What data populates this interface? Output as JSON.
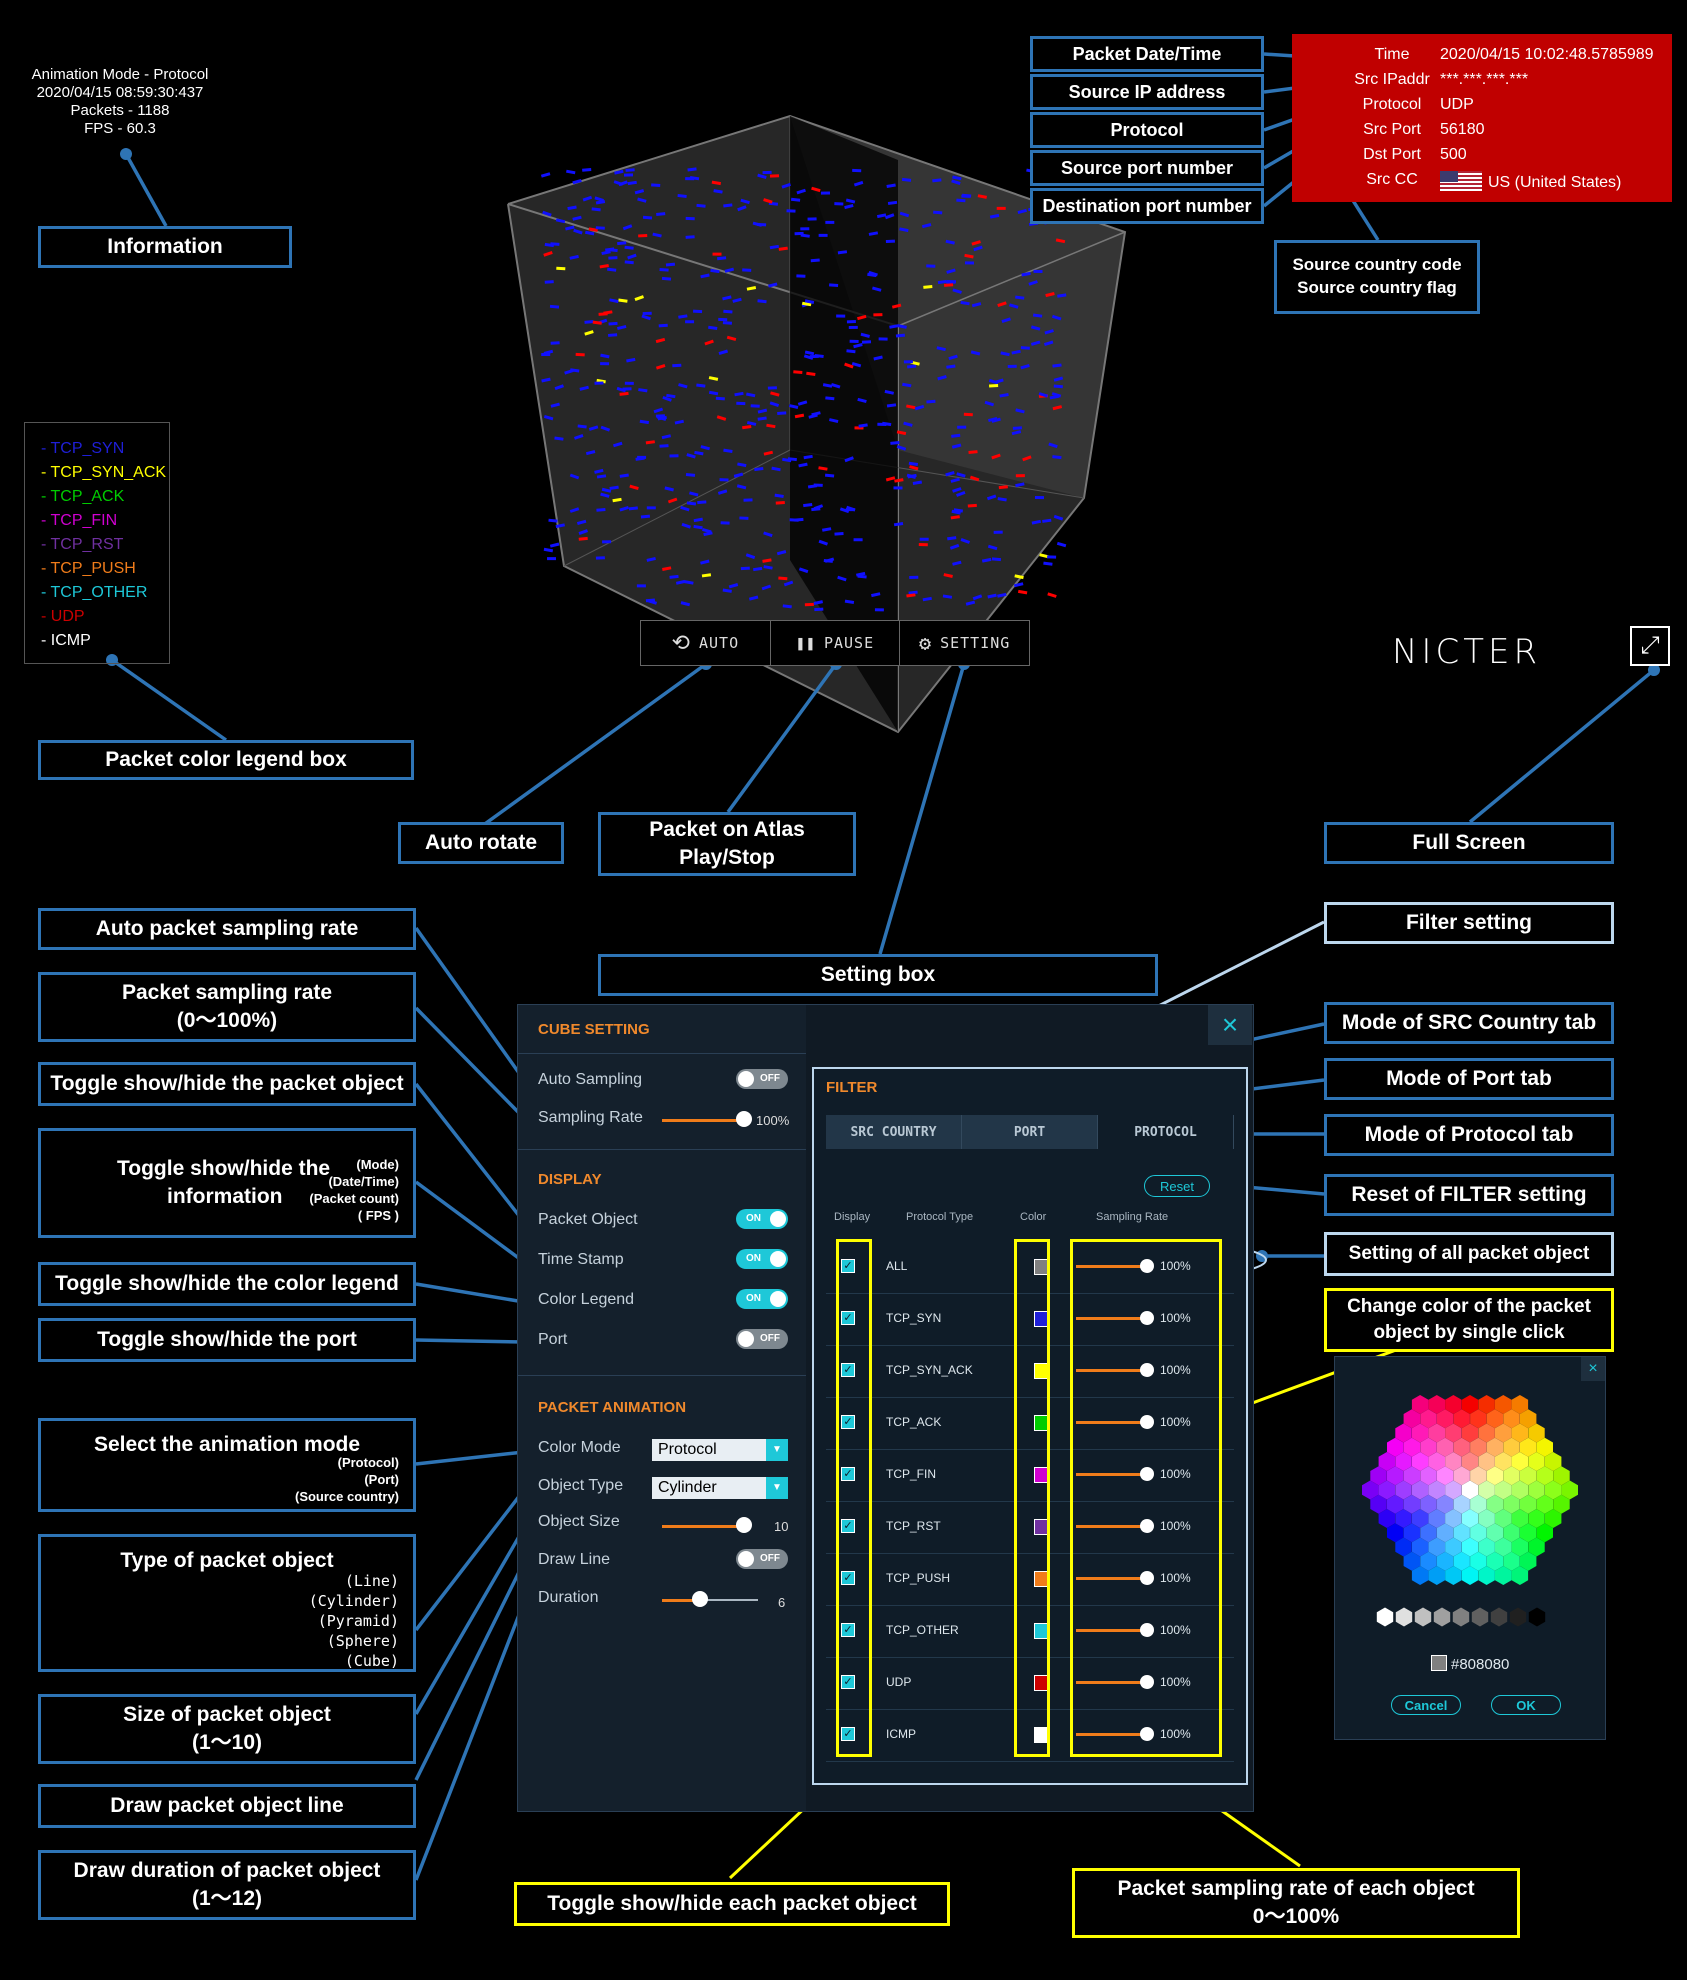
{
  "info": {
    "mode": "Animation Mode - Protocol",
    "datetime": "2020/04/15 08:59:30:437",
    "packets": "Packets - 1188",
    "fps": "FPS - 60.3"
  },
  "legend": {
    "items": [
      {
        "label": "- TCP_SYN",
        "color": "#1f1fd8"
      },
      {
        "label": "- TCP_SYN_ACK",
        "color": "#ffff00"
      },
      {
        "label": "- TCP_ACK",
        "color": "#00cc00"
      },
      {
        "label": "- TCP_FIN",
        "color": "#d000d0"
      },
      {
        "label": "- TCP_RST",
        "color": "#7030a0"
      },
      {
        "label": "- TCP_PUSH",
        "color": "#f07c1a"
      },
      {
        "label": "- TCP_OTHER",
        "color": "#1ec8d8"
      },
      {
        "label": "- UDP",
        "color": "#cc0000"
      },
      {
        "label": "- ICMP",
        "color": "#ffffff"
      }
    ]
  },
  "controls": {
    "auto": "AUTO",
    "pause": "PAUSE",
    "setting": "SETTING"
  },
  "packet_info": {
    "rows": [
      {
        "k": "Time",
        "v": "2020/04/15 10:02:48.5785989"
      },
      {
        "k": "Src IPaddr",
        "v": "***.***.***.***"
      },
      {
        "k": "Protocol",
        "v": "UDP"
      },
      {
        "k": "Src Port",
        "v": "56180"
      },
      {
        "k": "Dst Port",
        "v": "500"
      },
      {
        "k": "Src CC",
        "v": "US (United States)"
      }
    ]
  },
  "logo": "NICTER",
  "callouts": {
    "packet_datetime": "Packet Date/Time",
    "source_ip": "Source IP address",
    "protocol": "Protocol",
    "source_port": "Source port number",
    "dest_port": "Destination port number",
    "source_country_1": "Source country code",
    "source_country_2": "Source country flag",
    "information": "Information",
    "legend_box": "Packet color legend box",
    "auto_rotate": "Auto rotate",
    "play_stop_1": "Packet on Atlas",
    "play_stop_2": "Play/Stop",
    "full_screen": "Full Screen",
    "filter_setting": "Filter setting",
    "setting_box": "Setting box",
    "auto_sampling": "Auto packet sampling rate",
    "sampling_rate_1": "Packet sampling rate",
    "sampling_rate_2": "(0～100%)",
    "toggle_packet": "Toggle show/hide the packet object",
    "toggle_info_1": "Toggle show/hide the",
    "toggle_info_2": "information",
    "toggle_info_sub": [
      "(Mode)",
      "(Date/Time)",
      "(Packet count)",
      "( FPS )"
    ],
    "toggle_legend": "Toggle show/hide the color legend",
    "toggle_port": "Toggle show/hide the port",
    "anim_mode": "Select the animation mode",
    "anim_mode_sub": [
      "(Protocol)",
      "(Port)",
      "(Source country)"
    ],
    "object_type": "Type of packet object",
    "object_type_sub": [
      "(Line)",
      "(Cylinder)",
      "(Pyramid)",
      "(Sphere)",
      "(Cube)"
    ],
    "object_size_1": "Size of packet object",
    "object_size_2": "(1～10)",
    "draw_line": "Draw packet object line",
    "duration_1": "Draw duration of packet object",
    "duration_2": "(1～12)",
    "src_country_tab": "Mode of SRC Country tab",
    "port_tab": "Mode of Port tab",
    "protocol_tab": "Mode of Protocol tab",
    "reset": "Reset of FILTER setting",
    "all_setting": "Setting of all packet object",
    "change_color_1": "Change color of the packet",
    "change_color_2": "object by single click",
    "toggle_each": "Toggle show/hide each packet object",
    "rate_each_1": "Packet sampling rate of each object",
    "rate_each_2": "0～100%"
  },
  "panel": {
    "title": "CUBE SETTING",
    "auto_sampling": {
      "label": "Auto Sampling",
      "state": "OFF"
    },
    "sampling_rate": {
      "label": "Sampling Rate",
      "value": "100%",
      "level": 1.0
    },
    "display_title": "DISPLAY",
    "packet_object": {
      "label": "Packet Object",
      "state": "ON"
    },
    "time_stamp": {
      "label": "Time Stamp",
      "state": "ON"
    },
    "color_legend": {
      "label": "Color Legend",
      "state": "ON"
    },
    "port": {
      "label": "Port",
      "state": "OFF"
    },
    "anim_title": "PACKET ANIMATION",
    "color_mode": {
      "label": "Color Mode",
      "value": "Protocol"
    },
    "object_type": {
      "label": "Object Type",
      "value": "Cylinder"
    },
    "object_size": {
      "label": "Object Size",
      "value": "10",
      "level": 1.0
    },
    "draw_line": {
      "label": "Draw Line",
      "state": "OFF"
    },
    "duration": {
      "label": "Duration",
      "value": "6",
      "level": 0.4
    }
  },
  "filter": {
    "title": "FILTER",
    "tabs": [
      "SRC COUNTRY",
      "PORT",
      "PROTOCOL"
    ],
    "reset": "Reset",
    "headers": {
      "display": "Display",
      "type": "Protocol Type",
      "color": "Color",
      "rate": "Sampling Rate"
    },
    "rows": [
      {
        "name": "ALL",
        "color": "#808080",
        "rate": "100%"
      },
      {
        "name": "TCP_SYN",
        "color": "#1f1fd8",
        "rate": "100%"
      },
      {
        "name": "TCP_SYN_ACK",
        "color": "#ffff00",
        "rate": "100%"
      },
      {
        "name": "TCP_ACK",
        "color": "#00cc00",
        "rate": "100%"
      },
      {
        "name": "TCP_FIN",
        "color": "#d000d0",
        "rate": "100%"
      },
      {
        "name": "TCP_RST",
        "color": "#7030a0",
        "rate": "100%"
      },
      {
        "name": "TCP_PUSH",
        "color": "#f07c1a",
        "rate": "100%"
      },
      {
        "name": "TCP_OTHER",
        "color": "#1ec8d8",
        "rate": "100%"
      },
      {
        "name": "UDP",
        "color": "#cc0000",
        "rate": "100%"
      },
      {
        "name": "ICMP",
        "color": "#ffffff",
        "rate": "100%"
      }
    ]
  },
  "picker": {
    "value": "#808080",
    "cancel": "Cancel",
    "ok": "OK"
  },
  "colors": {
    "callout_border": "#2e74b5",
    "highlight": "#ffff00",
    "accent": "#1ec8d8",
    "slider": "#f07c1a",
    "info_red": "#c00000"
  }
}
